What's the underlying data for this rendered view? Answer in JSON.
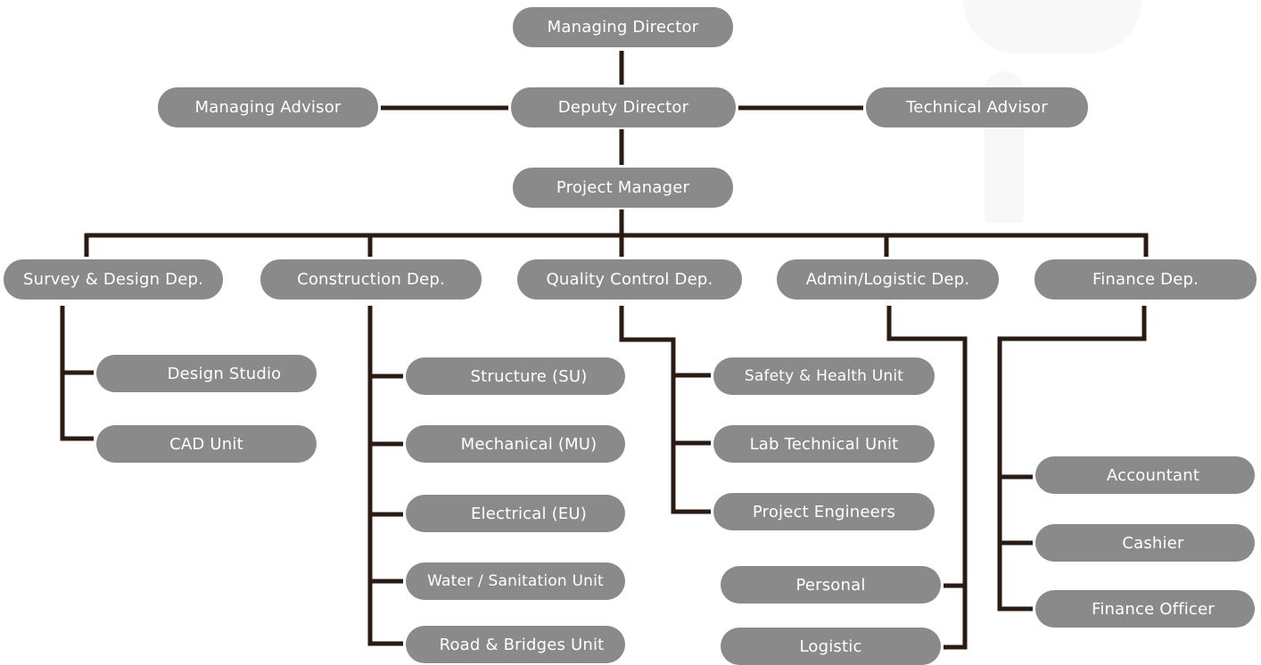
{
  "top": {
    "managing_director": "Managing Director",
    "deputy_director": "Deputy Director",
    "managing_advisor": "Managing Advisor",
    "technical_advisor": "Technical Advisor",
    "project_manager": "Project Manager"
  },
  "departments": {
    "survey_design": {
      "label": "Survey & Design Dep.",
      "units": [
        "Design Studio",
        "CAD Unit"
      ]
    },
    "construction": {
      "label": "Construction Dep.",
      "units": [
        "Structure (SU)",
        "Mechanical (MU)",
        "Electrical (EU)",
        "Water / Sanitation Unit",
        "Road & Bridges Unit"
      ]
    },
    "quality_control": {
      "label": "Quality Control Dep.",
      "units": [
        "Safety & Health Unit",
        "Lab Technical Unit",
        "Project Engineers"
      ]
    },
    "admin_logistic": {
      "label": "Admin/Logistic Dep.",
      "units": [
        "Personal",
        "Logistic"
      ]
    },
    "finance": {
      "label": "Finance Dep.",
      "units": [
        "Accountant",
        "Cashier",
        "Finance Officer"
      ]
    }
  },
  "colors": {
    "node_fill": "#8a8a8a",
    "node_text": "#ffffff",
    "connector": "#2a1a12"
  }
}
